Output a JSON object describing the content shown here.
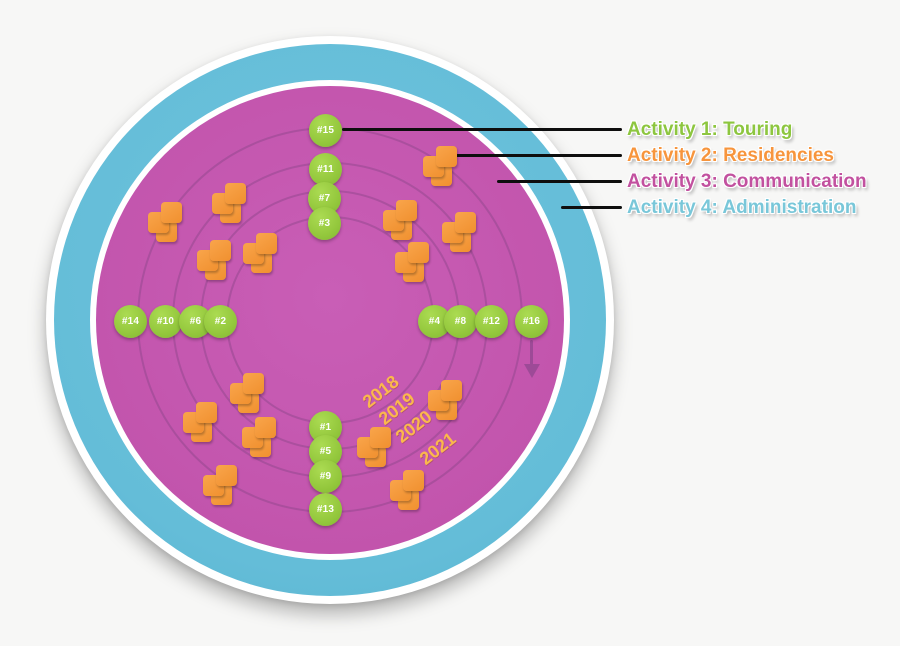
{
  "legend": {
    "items": [
      {
        "label": "Activity 1: Touring",
        "color": "#8dc63f"
      },
      {
        "label": "Activity 2: Residencies",
        "color": "#f7953d"
      },
      {
        "label": "Activity 3: Communication",
        "color": "#c2519f"
      },
      {
        "label": "Activity 4: Administration",
        "color": "#79c7d9"
      }
    ]
  },
  "years": [
    "2018",
    "2019",
    "2020",
    "2021"
  ],
  "dots": {
    "top": [
      "#15",
      "#11",
      "#7",
      "#3"
    ],
    "left": [
      "#14",
      "#10",
      "#6",
      "#2"
    ],
    "right": [
      "#4",
      "#8",
      "#12",
      "#16"
    ],
    "bottom": [
      "#1",
      "#5",
      "#9",
      "#13"
    ]
  },
  "colors": {
    "outer_ring": "#64bdd8",
    "inner_disc": "#c254ac",
    "orbit_line": "#964890",
    "milestone_dot": "#93c73c",
    "residency_square": "#f59a40",
    "year_text": "#fbb84c",
    "connector_line": "#0e0e0e",
    "background": "#f7f7f6"
  }
}
